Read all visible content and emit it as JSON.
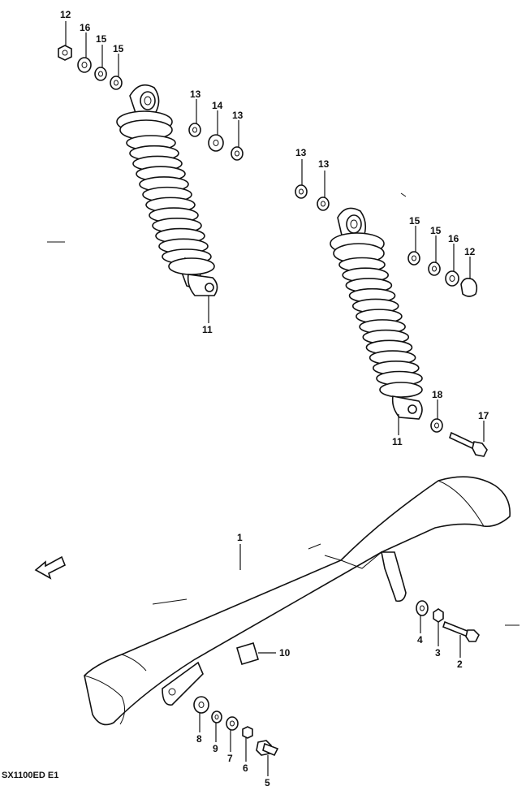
{
  "diagram": {
    "caption": "SX1100ED E1",
    "callouts": [
      {
        "id": "c12a",
        "label": "12"
      },
      {
        "id": "c16a",
        "label": "16"
      },
      {
        "id": "c15a",
        "label": "15"
      },
      {
        "id": "c15b",
        "label": "15"
      },
      {
        "id": "c13a",
        "label": "13"
      },
      {
        "id": "c14",
        "label": "14"
      },
      {
        "id": "c13b",
        "label": "13"
      },
      {
        "id": "c11a",
        "label": "11"
      },
      {
        "id": "c13c",
        "label": "13"
      },
      {
        "id": "c13d",
        "label": "13"
      },
      {
        "id": "c15c",
        "label": "15"
      },
      {
        "id": "c15d",
        "label": "15"
      },
      {
        "id": "c16b",
        "label": "16"
      },
      {
        "id": "c12b",
        "label": "12"
      },
      {
        "id": "c18",
        "label": "18"
      },
      {
        "id": "c17",
        "label": "17"
      },
      {
        "id": "c11b",
        "label": "11"
      },
      {
        "id": "c1",
        "label": "1"
      },
      {
        "id": "c10",
        "label": "10"
      },
      {
        "id": "c4",
        "label": "4"
      },
      {
        "id": "c3",
        "label": "3"
      },
      {
        "id": "c2",
        "label": "2"
      },
      {
        "id": "c8",
        "label": "8"
      },
      {
        "id": "c9",
        "label": "9"
      },
      {
        "id": "c7",
        "label": "7"
      },
      {
        "id": "c6",
        "label": "6"
      },
      {
        "id": "c5",
        "label": "5"
      }
    ]
  }
}
